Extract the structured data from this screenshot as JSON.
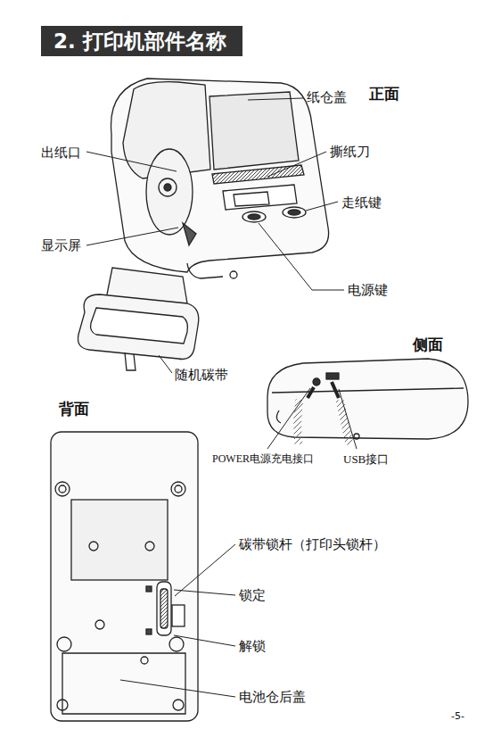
{
  "diagram": {
    "title": "2. 打印机部件名称",
    "labels": [
      "纸仓盖",
      "正面",
      "出纸口",
      "撕纸刀",
      "走纸键",
      "显示屏",
      "电源键",
      "随机碳带",
      "侧面",
      "背面",
      "POWER电源充电接口",
      "USB接口",
      "碳带锁杆（打印头锁杆）",
      "锁定",
      "解锁",
      "电池仓后盖",
      "-5-"
    ]
  }
}
